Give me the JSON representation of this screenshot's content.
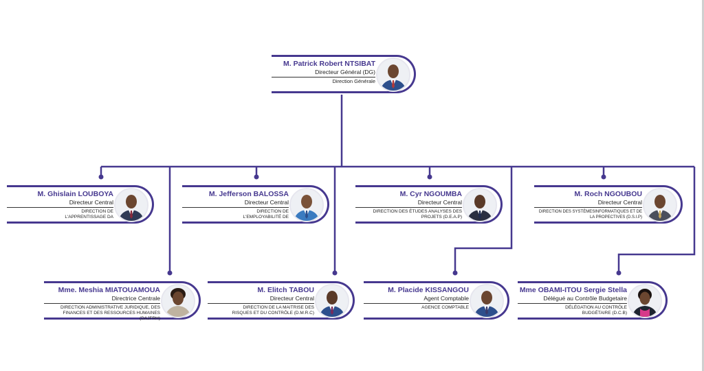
{
  "colors": {
    "accent": "#46388f",
    "line": "#46388f",
    "text": "#222222",
    "suit_dark": "#2f3a55",
    "suit_blue": "#2d4f8c",
    "skin": "#6b4630"
  },
  "director_general": {
    "name": "M. Patrick Robert NTSIBAT",
    "role": "Directeur Général (DG)",
    "dept": "Direction Générale"
  },
  "directors": [
    {
      "name": "M. Ghislain LOUBOYA",
      "role": "Directeur Central",
      "dept": "DIRECTION DE L'APPRENTISSAGE DA"
    },
    {
      "name": "M. Jefferson BALOSSA",
      "role": "Directeur Central",
      "dept": "DIRECTION DE L'EMPLOYABILITÉ DE"
    },
    {
      "name": "M. Cyr NGOUMBA",
      "role": "Directeur Central",
      "dept": "DIRECTION DES ÉTUDES ANALYSES DES PROJETS (D.E.A.P)"
    },
    {
      "name": "M. Roch NGOUBOU",
      "role": "Directeur Central",
      "dept": "DIRECTION DES SYSTÈMESINFORMATIQUES ET DE LA PROPECTIVES (D.S.I.P)"
    }
  ],
  "second_row": [
    {
      "name": "Mme. Meshia MIATOUAMOUA",
      "role": "Directrice Centrale",
      "dept": "DIRECTION ADMINISTRATIVE JURIDIQUE, DES FINANCES ET DES RESSOURCES HUMAINES (DAJFRH)"
    },
    {
      "name": "M. Elitch TABOU",
      "role": "Directeur Central",
      "dept": "DIRECTION DE LA MAITRISE DES RISQUES ET DU CONTRÔLE (D.M.R.C)"
    },
    {
      "name": "M. Placide KISSANGOU",
      "role": "Agent Comptable",
      "dept": "AGENCE COMPTABLE"
    },
    {
      "name": "Mme OBAMI-ITOU Sergie Stella",
      "role": "Délégué au Contrôle Budgetaire",
      "dept": "DÉLÉGATION AU CONTRÔLE BUDGÉTAIRE (D.C.B)"
    }
  ]
}
